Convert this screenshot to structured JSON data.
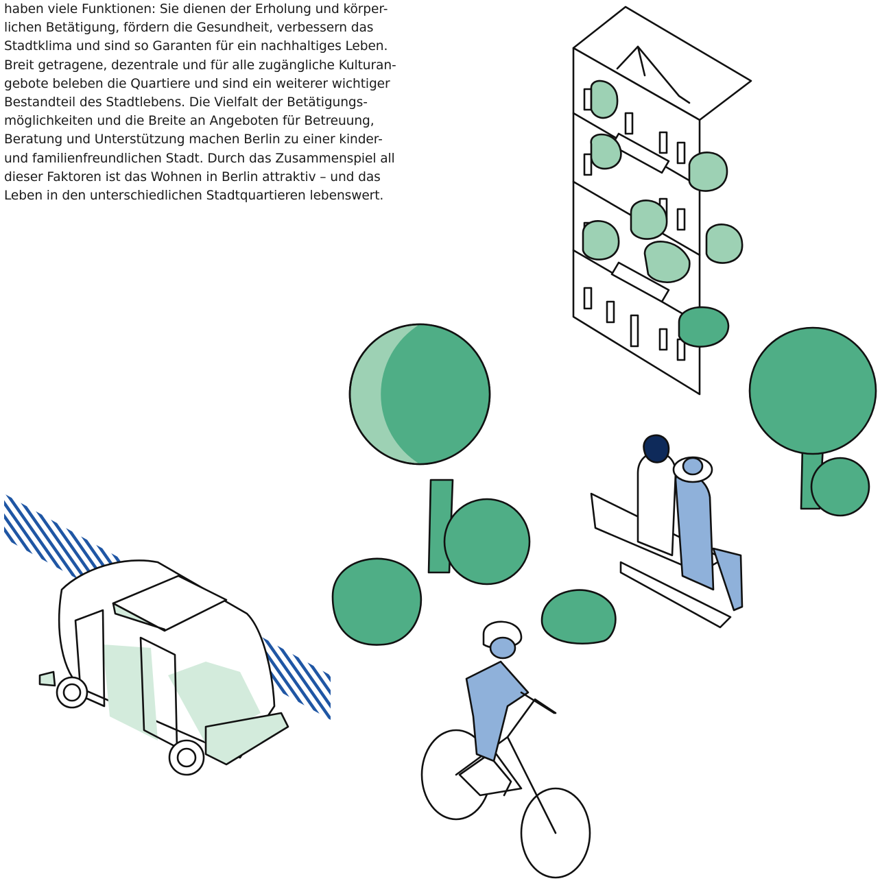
{
  "body_text_lines": [
    "haben viele Funktionen: Sie dienen der Erholung und körper-",
    "lichen Betätigung, fördern die Gesundheit, verbessern das",
    "Stadtklima und sind so Garanten für ein nachhaltiges Leben.",
    "Breit getragene, dezentrale und für alle zugängliche Kulturan-",
    "gebote beleben die Quartiere und sind ein weiterer wichtiger",
    "Bestandteil des Stadtlebens. Die Vielfalt der Betätigungs-",
    "möglichkeiten und die Breite an Angeboten für Betreuung,",
    "Beratung und Unterstützung machen Berlin zu einer kinder-",
    "und familienfreundlichen Stadt. Durch das Zusammenspiel all",
    "dieser Faktoren ist das Wohnen in Berlin attraktiv – und das",
    "Leben in den unterschiedlichen Stadtquartieren lebenswert."
  ],
  "colors": {
    "tree_dark": "#4fae86",
    "tree_light": "#9dd1b4",
    "vehicle_fill": "#d3ebdc",
    "person_blue": "#8fb1da",
    "hair_navy": "#0e2a5a",
    "stripe_blue": "#1f56a4",
    "outline": "#111111"
  },
  "icons": [
    "apartment-building-icon",
    "tree-icon",
    "bush-icon",
    "bench-icon",
    "autonomous-shuttle-icon",
    "cyclist-icon"
  ]
}
